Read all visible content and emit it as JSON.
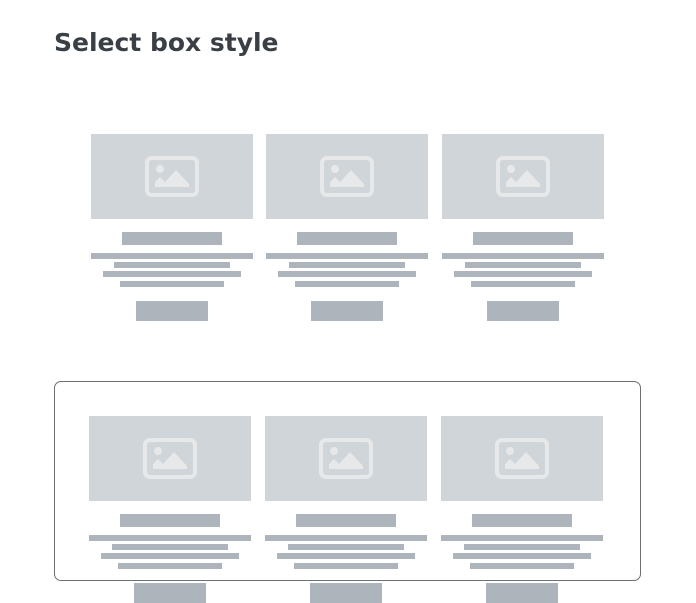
{
  "page": {
    "title": "Select box style"
  },
  "options": [
    {
      "name": "style-plain",
      "selected": false,
      "cards": 3
    },
    {
      "name": "style-boxed",
      "selected": true,
      "cards": 3
    }
  ],
  "colors": {
    "placeholder_bg": "#d0d5d9",
    "bar": "#adb4bb",
    "icon": "#e6e8ea",
    "border": "#6c7075",
    "title": "#3a3f45"
  }
}
